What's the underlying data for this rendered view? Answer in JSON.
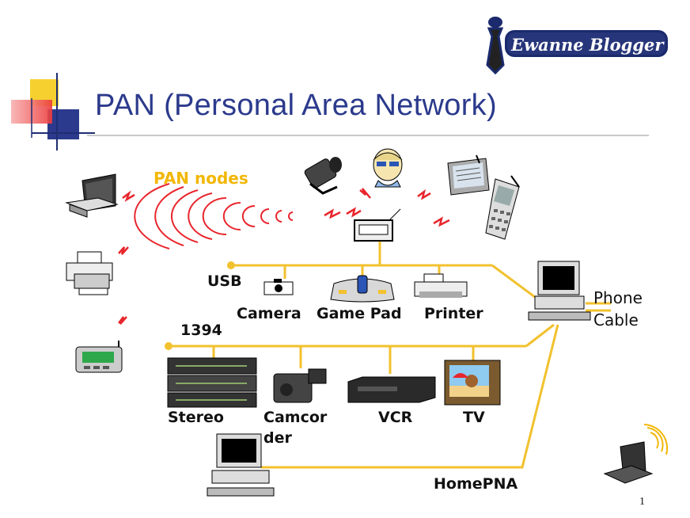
{
  "logo": {
    "text": "Ewanne Blogger"
  },
  "title": "PAN (Personal Area Network)",
  "labels": {
    "pan_nodes": "PAN nodes",
    "usb": "USB",
    "camera": "Camera",
    "game_pad": "Game Pad",
    "printer": "Printer",
    "phone": "Phone",
    "cable": "Cable",
    "bus_1394": "1394",
    "stereo": "Stereo",
    "camcorder_1": "Camcor",
    "camcorder_2": "der",
    "vcr": "VCR",
    "tv": "TV",
    "homepna": "HomePNA"
  },
  "slide_number": "1",
  "colors": {
    "title": "#2b3a8c",
    "bus_line": "#f2c12e",
    "wireless": "#e8262d",
    "pan_nodes": "#f2b705"
  }
}
